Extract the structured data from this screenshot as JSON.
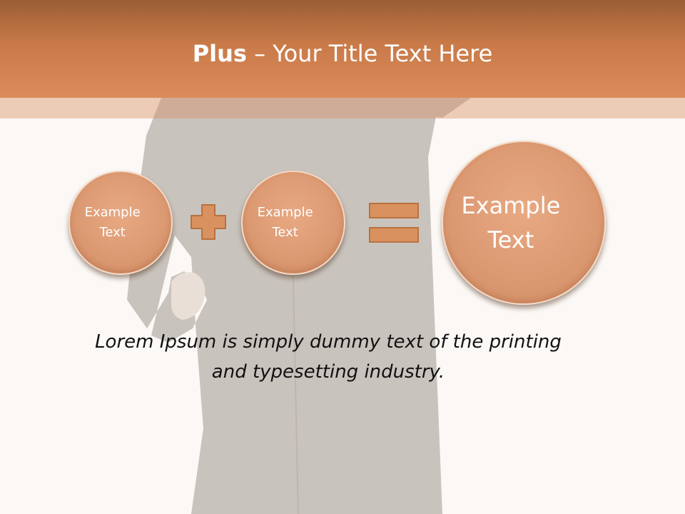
{
  "slide": {
    "title_bold": "Plus",
    "title_rest": " – Your Title Text Here",
    "caption": "Lorem Ipsum is simply dummy text of the printing and typesetting industry."
  },
  "diagram": {
    "circles": [
      {
        "line1": "Example",
        "line2": "Text"
      },
      {
        "line1": "Example",
        "line2": "Text"
      },
      {
        "line1": "Example",
        "line2": "Text"
      }
    ],
    "operators": [
      "plus",
      "equals"
    ]
  },
  "colors": {
    "accent": "#d98a58",
    "circle_fill": "#dc9a73",
    "operator_fill": "#d9915f",
    "background": "#fbf8f5"
  },
  "icons": {
    "plus": "plus-icon",
    "equals": "equals-icon"
  }
}
